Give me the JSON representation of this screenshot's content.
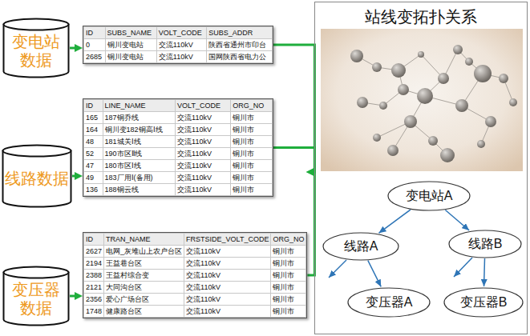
{
  "diagram": {
    "nodes": [
      {
        "text": [
          "变电站数据"
        ]
      },
      {
        "text": [
          "ID",
          "SUBS_NAME",
          "VOLT_CODE",
          "SUBS_ADDR",
          "0",
          "铜川变电站",
          "交流110kV",
          "陕西省通州市印台",
          "2685",
          "铜川变电站",
          "交流110kV",
          "国网陕西省电力公"
        ]
      },
      {
        "text": [
          "线路数据"
        ]
      },
      {
        "text": [
          "ID",
          "LINE_NAME",
          "VOLT_CODE",
          "ORG_NO",
          "165",
          "187铜乔线",
          "交流110kV",
          "铜川市",
          "164",
          "铜川变182铜高Ⅰ线",
          "交流110kV",
          "铜川市",
          "48",
          "181城关Ⅰ线",
          "交流110kV",
          "铜川市",
          "52",
          "190市区Ⅱ线",
          "交流110kV",
          "铜川市",
          "47",
          "180市区Ⅰ线",
          "交流110kV",
          "铜川市",
          "49",
          "183厂用Ⅰ(备用)",
          "交流110kV",
          "铜川市",
          "136",
          "188铜云线",
          "交流110kV",
          "铜川市"
        ]
      },
      {
        "text": [
          "变压器数据"
        ]
      },
      {
        "text": [
          "ID",
          "TRAN_NAME",
          "FRSTSIDE_VOLT_CODE",
          "ORG_NO",
          "2627",
          "电网_灰堆山上农户台区",
          "交流110kV",
          "铜川市",
          "2194",
          "王益巷台区",
          "交流110kV",
          "铜川市",
          "2388",
          "王益村综合变",
          "交流110kV",
          "铜川市",
          "2121",
          "大同沟台区",
          "交流110kV",
          "铜川市",
          "2356",
          "爱心广场台区",
          "交流110kV",
          "铜川市",
          "1748",
          "健康路台区",
          "交流110kV",
          "铜川市"
        ]
      },
      {
        "text": [
          "站线变拓扑关系"
        ]
      },
      {
        "text": [
          "变电站A"
        ],
        "in": 6
      },
      {
        "text": [
          "线路A"
        ],
        "in": 6
      },
      {
        "text": [
          "线路B"
        ],
        "in": 6
      },
      {
        "text": [
          "变压器A"
        ],
        "in": 6
      },
      {
        "text": [
          "变压器B"
        ],
        "in": 6
      }
    ],
    "edges": [
      {
        "from": 0,
        "to": 1,
        "arrow": "to"
      },
      {
        "from": 2,
        "to": 3,
        "arrow": "to"
      },
      {
        "from": 4,
        "to": 5,
        "arrow": "to"
      },
      {
        "from": 1,
        "to": 6,
        "arrow": "to"
      },
      {
        "from": 3,
        "to": 6,
        "arrow": "to"
      },
      {
        "from": 5,
        "to": 6,
        "arrow": "to"
      },
      {
        "from": 7,
        "to": 8,
        "arrow": "to"
      },
      {
        "from": 7,
        "to": 9,
        "arrow": "to"
      },
      {
        "from": 8,
        "to": 10,
        "arrow": "to"
      },
      {
        "from": 9,
        "to": 11,
        "arrow": "to"
      }
    ]
  }
}
